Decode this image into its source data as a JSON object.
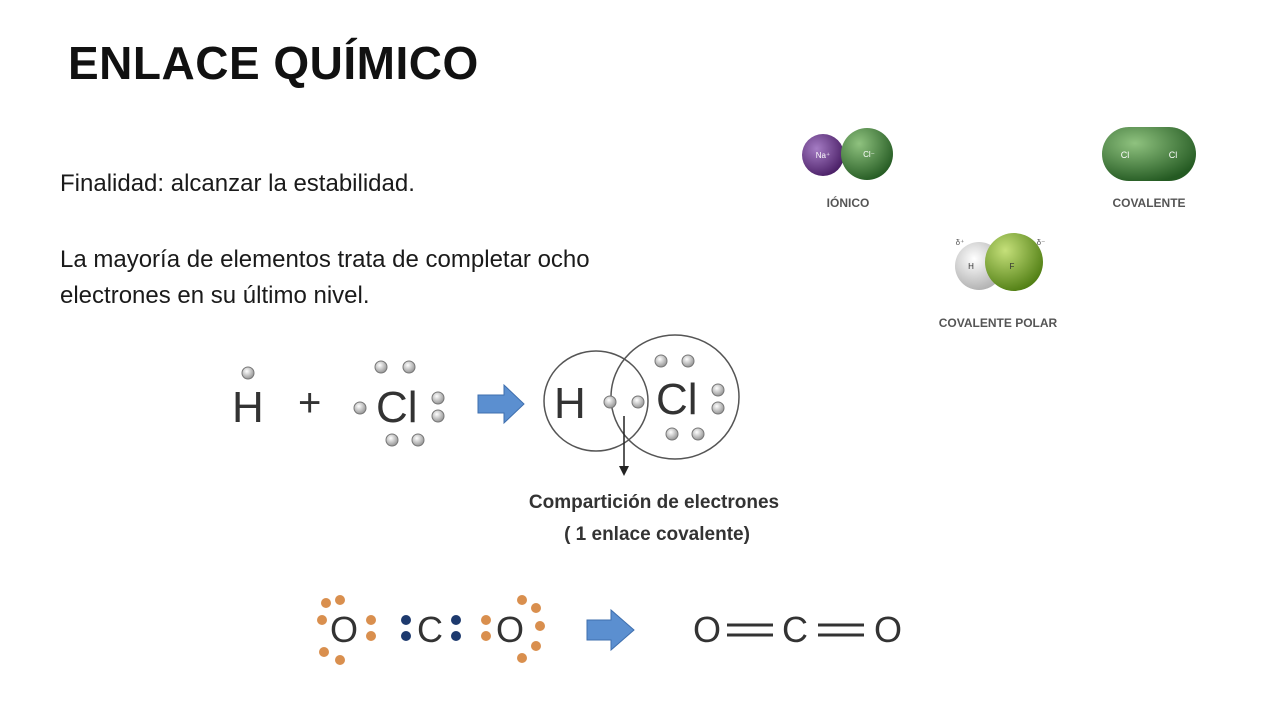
{
  "slide": {
    "title": "ENLACE QUÍMICO",
    "purpose": "Finalidad: alcanzar la estabilidad.",
    "octet_line1": "La mayoría de elementos trata de completar ocho",
    "octet_line2": "electrones en su último nivel."
  },
  "bond_models": {
    "ionic": {
      "label": "IÓNICO",
      "atom_a": "Na⁺",
      "atom_b": "Cl⁻"
    },
    "covalent": {
      "label": "COVALENTE",
      "atom_a": "Cl",
      "atom_b": "Cl"
    },
    "polar": {
      "label": "COVALENTE POLAR",
      "atom_a": "H",
      "atom_b": "F",
      "charge_a": "δ⁺",
      "charge_b": "δ⁻"
    },
    "colors": {
      "sodium": "#6b2d8c",
      "chlorine": "#3f7f35",
      "fluorine": "#7cab2a",
      "hydrogen": "#e6e6e6"
    }
  },
  "hcl_reaction": {
    "h": "H",
    "plus": "+",
    "cl": "Cl",
    "product_h": "H",
    "product_cl": "Cl",
    "caption_line1": "Compartición de electrones",
    "caption_line2": "( 1 enlace covalente)",
    "arrow_color": "#5b8fd0"
  },
  "co2_reaction": {
    "o_left": "O",
    "c": "C",
    "o_right": "O",
    "product": "O══C══O",
    "prod_o1": "O",
    "prod_c": "C",
    "prod_o2": "O",
    "dot_colors": {
      "oxygen": "#d98f4e",
      "carbon": "#1e3a6e"
    }
  }
}
